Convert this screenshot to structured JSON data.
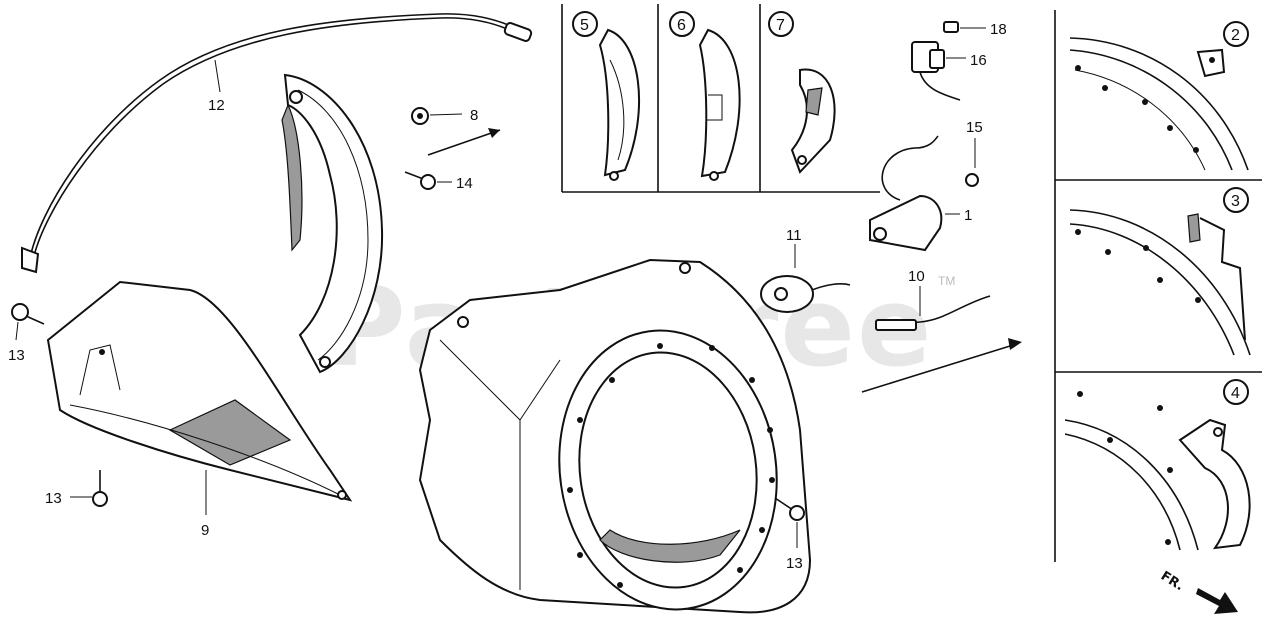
{
  "watermark": "PartsTree",
  "watermark_tm": "TM",
  "direction_marker": "FR.",
  "callouts": {
    "c12": "12",
    "c8": "8",
    "c14": "14",
    "c13a": "13",
    "c13b": "13",
    "c13c": "13",
    "c9": "9",
    "c18": "18",
    "c16": "16",
    "c15": "15",
    "c1": "1",
    "c11": "11",
    "c10": "10"
  },
  "inset_panels": {
    "p5": "5",
    "p6": "6",
    "p7": "7"
  },
  "detail_views": {
    "d2": "2",
    "d3": "3",
    "d4": "4"
  }
}
